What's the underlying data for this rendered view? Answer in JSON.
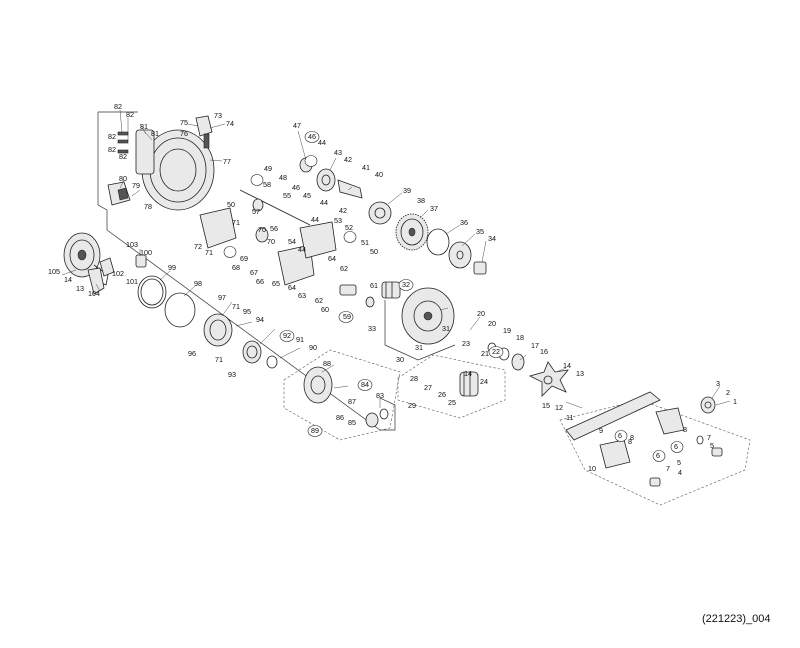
{
  "document_code": "(221223)_004",
  "part_labels": [
    "1",
    "2",
    "3",
    "4",
    "5",
    "6",
    "7",
    "8",
    "9",
    "10",
    "11",
    "12",
    "13",
    "14",
    "15",
    "16",
    "17",
    "18",
    "19",
    "20",
    "21",
    "22",
    "23",
    "24",
    "25",
    "26",
    "27",
    "28",
    "29",
    "30",
    "31",
    "32",
    "33",
    "34",
    "35",
    "36",
    "37",
    "38",
    "39",
    "40",
    "41",
    "42",
    "43",
    "44",
    "45",
    "46",
    "47",
    "48",
    "49",
    "50",
    "51",
    "52",
    "53",
    "54",
    "55",
    "56",
    "57",
    "58",
    "59",
    "60",
    "61",
    "62",
    "63",
    "64",
    "65",
    "66",
    "67",
    "68",
    "69",
    "70",
    "71",
    "72",
    "73",
    "74",
    "75",
    "76",
    "77",
    "78",
    "79",
    "80",
    "81",
    "82",
    "83",
    "84",
    "85",
    "86",
    "87",
    "88",
    "89",
    "90",
    "91",
    "92",
    "93",
    "94",
    "95",
    "96",
    "97",
    "98",
    "99",
    "100",
    "101",
    "102",
    "103",
    "104",
    "105"
  ],
  "circled_labels": [
    "6",
    "22",
    "32",
    "46",
    "59",
    "84",
    "89",
    "92"
  ]
}
